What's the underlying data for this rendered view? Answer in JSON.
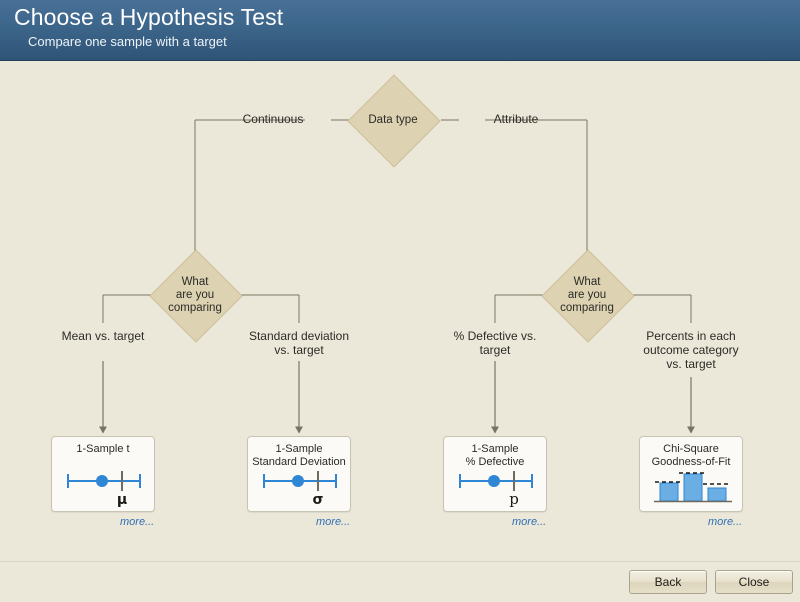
{
  "header": {
    "title": "Choose a Hypothesis Test",
    "subtitle": "Compare one sample with a target"
  },
  "colors": {
    "header_top": "#4a7096",
    "header_bottom": "#2e5376",
    "canvas_bg": "#ece8d9",
    "diamond_fill": "#ddd2b2",
    "diamond_stroke": "#cdbf9b",
    "wire": "#7a7363",
    "card_bg": "#fbfaf6",
    "card_stroke": "#c9c4b2",
    "accent_blue": "#2f86d4",
    "link_blue": "#2f6fb5",
    "text": "#2b2b26"
  },
  "diagram": {
    "root": {
      "label": "Data type"
    },
    "branch_labels": {
      "continuous": "Continuous",
      "attribute": "Attribute"
    },
    "decisions": [
      {
        "id": "decision-continuous",
        "label": "What\nare you\ncomparing"
      },
      {
        "id": "decision-attribute",
        "label": "What\nare you\ncomparing"
      }
    ],
    "leaf_labels": [
      "Mean vs. target",
      "Standard deviation\nvs. target",
      "% Defective vs.\ntarget",
      "Percents in each\noutcome category\nvs. target"
    ],
    "cards": [
      {
        "id": "card-1-sample-t",
        "title": "1-Sample t",
        "graphic": "interval-plot",
        "symbol": "μ",
        "more_label": "more..."
      },
      {
        "id": "card-1-sample-standard-deviation",
        "title": "1-Sample\nStandard Deviation",
        "graphic": "interval-plot",
        "symbol": "σ",
        "more_label": "more..."
      },
      {
        "id": "card-1-sample-percent-defective",
        "title": "1-Sample\n% Defective",
        "graphic": "interval-plot",
        "symbol": "p",
        "more_label": "more..."
      },
      {
        "id": "card-chi-square-goodness-of-fit",
        "title": "Chi-Square\nGoodness-of-Fit",
        "graphic": "bar-chart",
        "symbol": "",
        "more_label": "more..."
      }
    ]
  },
  "footer": {
    "back_label": "Back",
    "close_label": "Close"
  }
}
